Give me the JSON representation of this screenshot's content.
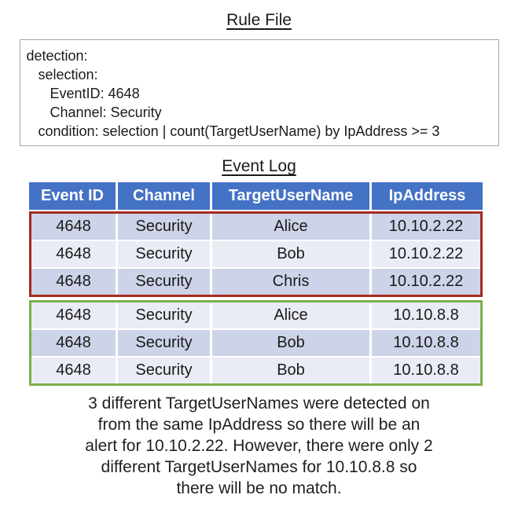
{
  "rule_file": {
    "title": "Rule File",
    "lines": [
      "detection:",
      "   selection:",
      "      EventID: 4648",
      "      Channel: Security",
      "   condition: selection | count(TargetUserName) by IpAddress >= 3"
    ]
  },
  "event_log": {
    "title": "Event Log",
    "columns": [
      "Event ID",
      "Channel",
      "TargetUserName",
      "IpAddress"
    ],
    "rows": [
      [
        "4648",
        "Security",
        "Alice",
        "10.10.2.22"
      ],
      [
        "4648",
        "Security",
        "Bob",
        "10.10.2.22"
      ],
      [
        "4648",
        "Security",
        "Chris",
        "10.10.2.22"
      ],
      [
        "4648",
        "Security",
        "Alice",
        "10.10.8.8"
      ],
      [
        "4648",
        "Security",
        "Bob",
        "10.10.8.8"
      ],
      [
        "4648",
        "Security",
        "Bob",
        "10.10.8.8"
      ]
    ],
    "highlight_groups": [
      {
        "name": "alert-group",
        "rows": [
          0,
          1,
          2
        ],
        "border_color": "#A32C20"
      },
      {
        "name": "no-match-group",
        "rows": [
          3,
          4,
          5
        ],
        "border_color": "#79B04C"
      }
    ]
  },
  "explanation": {
    "lines": [
      "3 different TargetUserNames were detected on",
      "from the same IpAddress so there will be an",
      "alert for 10.10.2.22. However, there were only 2",
      "different TargetUserNames for 10.10.8.8 so",
      "there will be no match."
    ]
  },
  "colors": {
    "header_bg": "#4472C4",
    "header_text": "#FFFFFF",
    "band_dark": "#CDD3E8",
    "band_light": "#EAECF5",
    "alert_border": "#A32C20",
    "no_match_border": "#79B04C",
    "rule_box_border": "#A6A6A6",
    "text": "#1A1A1A"
  }
}
